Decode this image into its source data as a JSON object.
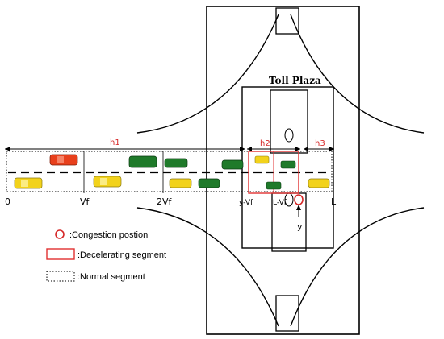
{
  "toll_plaza": {
    "title": "Toll Plaza"
  },
  "segments": {
    "h1": "h1",
    "h2": "h2",
    "h3": "h3"
  },
  "positions": {
    "p0": "0",
    "p1": "Vf",
    "p2": "2Vf",
    "p3": "y-Vf",
    "p4": "L-Vf",
    "p5": "L",
    "y_arrow": "y"
  },
  "legend": {
    "congestion": ":Congestion postion",
    "decelerating": ":Decelerating segment",
    "normal": ":Normal segment"
  },
  "colors": {
    "yellow_car": "#f2d21b",
    "green_car": "#1f7a2a",
    "red_car": "#e8401c",
    "congestion": "#d62828",
    "decel_box": "#e03030"
  }
}
